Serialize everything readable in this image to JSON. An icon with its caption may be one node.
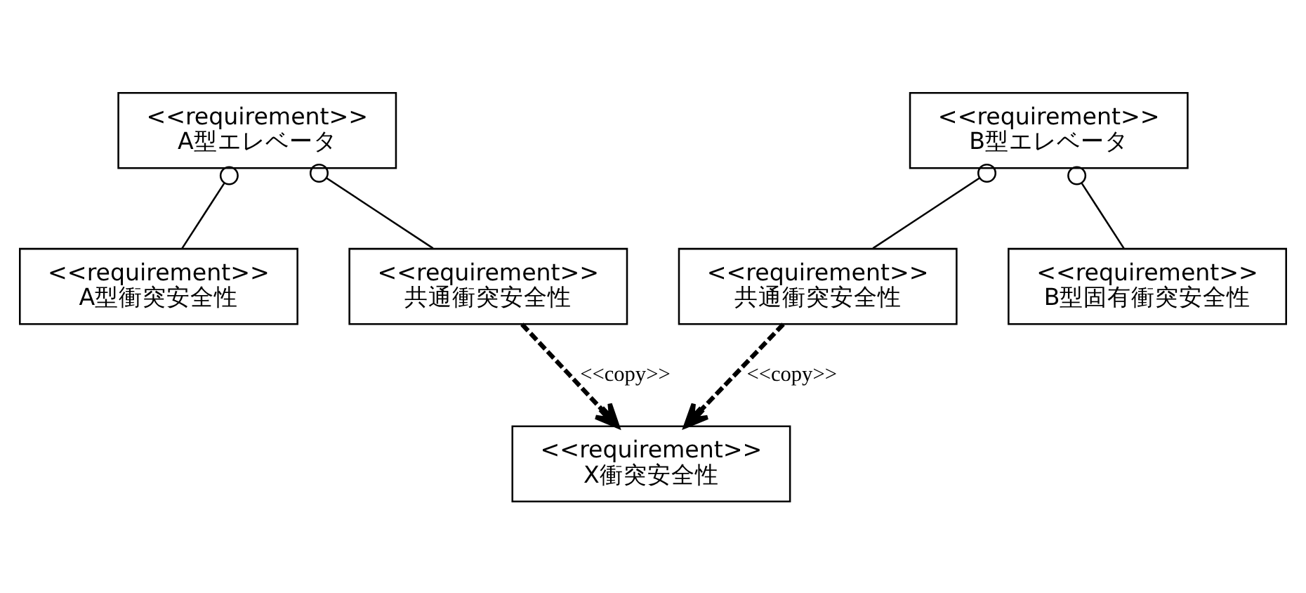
{
  "diagram": {
    "nodes": [
      {
        "text": [
          "<<requirement>>",
          "A型エレベータ"
        ]
      },
      {
        "text": [
          "<<requirement>>",
          "B型エレベータ"
        ]
      },
      {
        "text": [
          "<<requirement>>",
          "A型衝突安全性"
        ]
      },
      {
        "text": [
          "<<requirement>>",
          "共通衝突安全性"
        ]
      },
      {
        "text": [
          "<<requirement>>",
          "共通衝突安全性"
        ]
      },
      {
        "text": [
          "<<requirement>>",
          "B型固有衝突安全性"
        ]
      },
      {
        "text": [
          "<<requirement>>",
          "X衝突安全性"
        ]
      }
    ],
    "edges": [
      {
        "from": 0,
        "to": 2,
        "arrow": "other"
      },
      {
        "from": 0,
        "to": 3,
        "arrow": "other"
      },
      {
        "from": 1,
        "to": 4,
        "arrow": "other"
      },
      {
        "from": 1,
        "to": 5,
        "arrow": "other"
      },
      {
        "from": 3,
        "to": 6,
        "arrow": "to",
        "label": "<<copy>>",
        "style": "dashed"
      },
      {
        "from": 4,
        "to": 6,
        "arrow": "to",
        "label": "<<copy>>",
        "style": "dashed"
      }
    ]
  }
}
